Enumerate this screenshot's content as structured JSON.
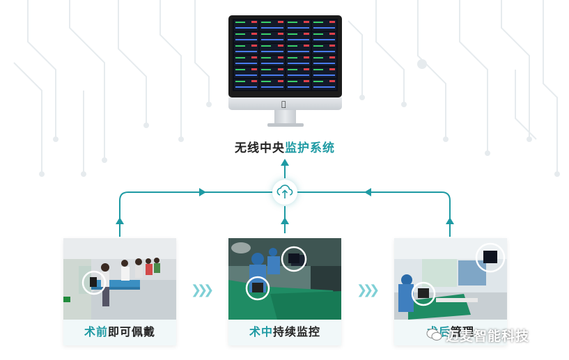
{
  "system_title": {
    "part1": "无线中央",
    "part2": "监护系统"
  },
  "steps": [
    {
      "highlight": "术前",
      "rest": "即可佩戴"
    },
    {
      "highlight": "术中",
      "rest": "持续监控"
    },
    {
      "highlight": "术后",
      "rest": "管理"
    }
  ],
  "watermark": "迈麦智能科技",
  "colors": {
    "teal": "#1e9aa3",
    "arrow": "#1e9aa3",
    "chevron": "#7fd0d6"
  }
}
